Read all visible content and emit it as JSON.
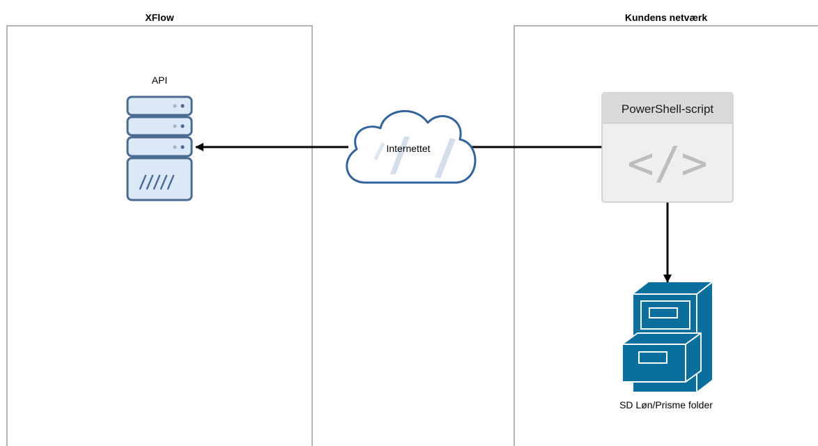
{
  "zones": {
    "left_title": "XFlow",
    "right_title": "Kundens netværk"
  },
  "nodes": {
    "api_label": "API",
    "internet_label": "Internettet",
    "script_title": "PowerShell-script",
    "script_glyph": "</>",
    "folder_label": "SD Løn/Prisme folder"
  },
  "icons": {
    "server": "server-rack-icon",
    "cloud": "cloud-icon",
    "code": "code-brackets-icon",
    "cabinet": "filing-cabinet-icon"
  },
  "colors": {
    "server_fill": "#dce8f6",
    "server_stroke": "#4a6a92",
    "cloud_stroke": "#33639a",
    "cabinet_fill": "#0a6f9c",
    "script_header": "#d9d9d9",
    "script_body": "#efefef",
    "zone_border": "#b5b5b5"
  }
}
